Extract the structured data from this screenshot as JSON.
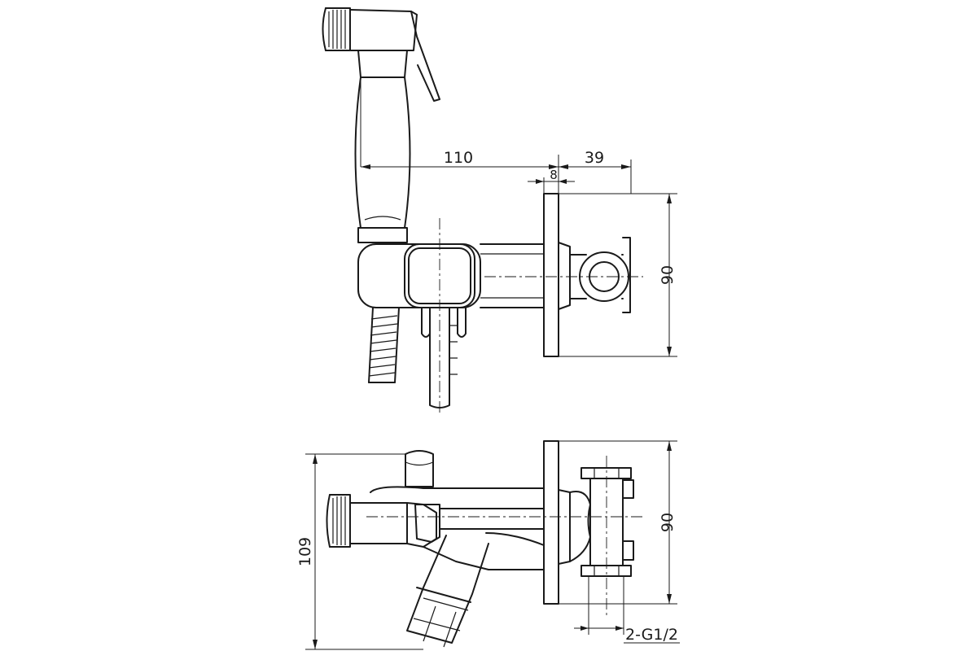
{
  "dimensions": {
    "top_width_left": "110",
    "top_width_right": "39",
    "top_flange": "8",
    "top_plate_height": "90",
    "bottom_plate_height": "90",
    "bottom_total_height": "109",
    "thread_spec": "2-G1/2"
  }
}
